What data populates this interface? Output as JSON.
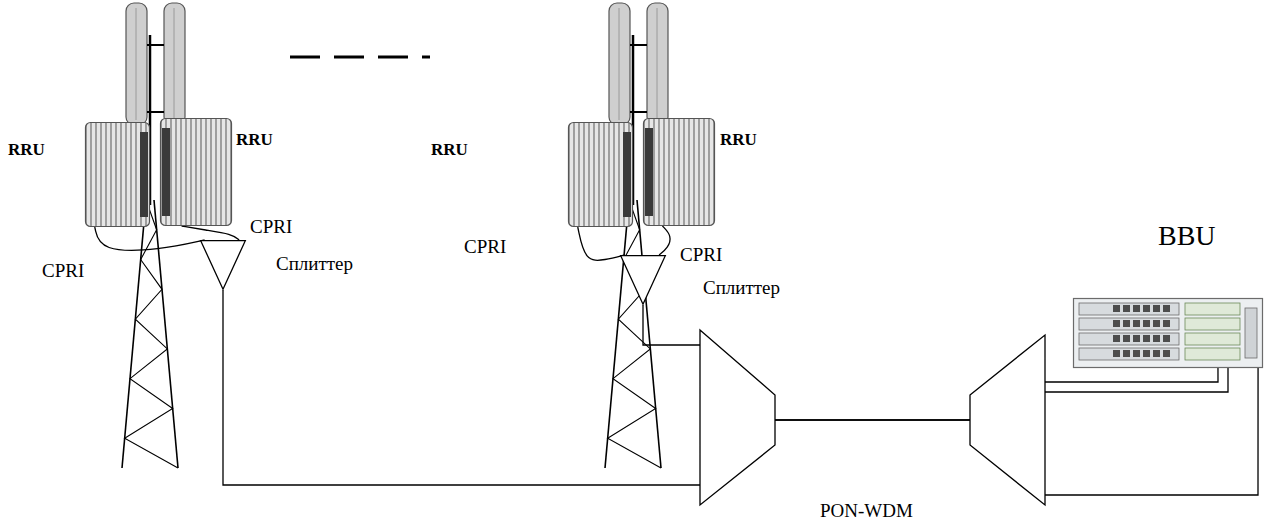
{
  "diagram": {
    "nodes": [
      {
        "text": [
          "RRU"
        ]
      },
      {
        "text": [
          "RRU"
        ]
      },
      {
        "text": [
          "Сплиттер"
        ]
      },
      {
        "text": [
          "RRU"
        ]
      },
      {
        "text": [
          "RRU"
        ]
      },
      {
        "text": [
          "Сплиттер"
        ]
      },
      {
        "text": [
          "BBU"
        ]
      }
    ],
    "edges": [
      {
        "from": 0,
        "to": 2,
        "arrow": "none",
        "label": "CPRI"
      },
      {
        "from": 1,
        "to": 2,
        "arrow": "none",
        "label": "CPRI"
      },
      {
        "from": 3,
        "to": 5,
        "arrow": "none",
        "label": "CPRI"
      },
      {
        "from": 4,
        "to": 5,
        "arrow": "none",
        "label": "CPRI"
      },
      {
        "from": 2,
        "to": 6,
        "arrow": "none"
      },
      {
        "from": 5,
        "to": 6,
        "arrow": "none"
      }
    ],
    "labels": [
      "PON-WDM"
    ]
  }
}
